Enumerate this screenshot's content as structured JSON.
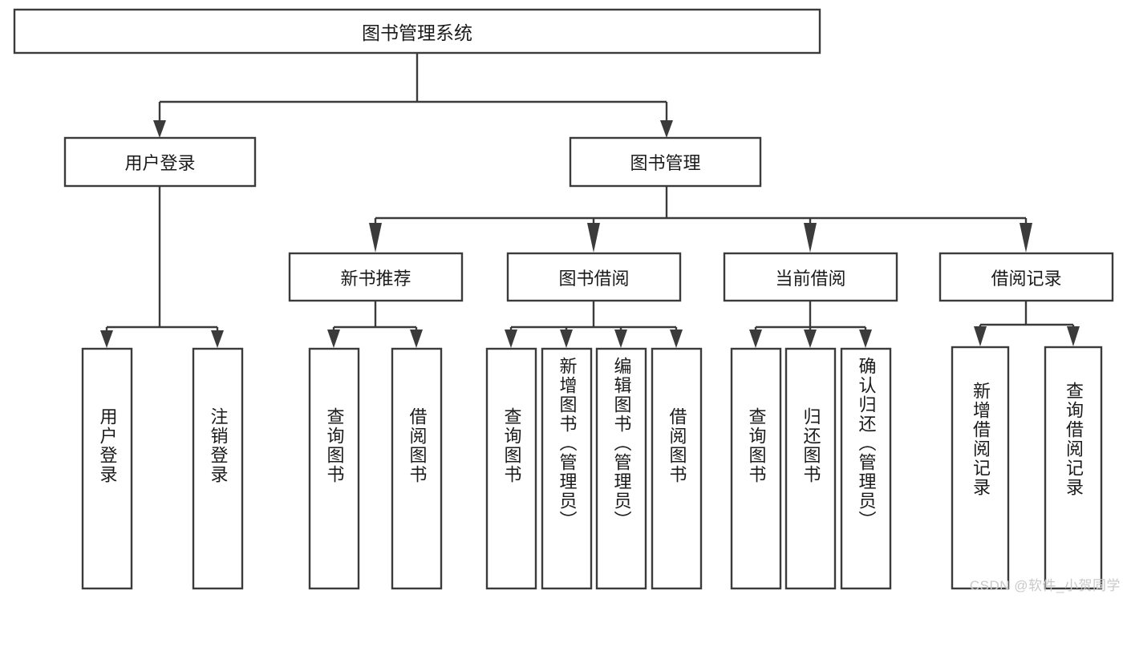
{
  "diagram": {
    "type": "tree",
    "title": "图书管理系统",
    "watermark": "CSDN @软件_小贺同学",
    "colors": {
      "box_stroke": "#3b3b3b",
      "box_fill": "#ffffff",
      "text": "#1b1b1b",
      "background": "#ffffff",
      "watermark": "#c9c9c9"
    },
    "root": {
      "label": "图书管理系统"
    },
    "level1": [
      {
        "label": "用户登录"
      },
      {
        "label": "图书管理"
      }
    ],
    "level2": [
      {
        "label": "新书推荐"
      },
      {
        "label": "图书借阅"
      },
      {
        "label": "当前借阅"
      },
      {
        "label": "借阅记录"
      }
    ],
    "leaves": {
      "user_login": [
        {
          "label": "用户登录"
        },
        {
          "label": "注销登录"
        }
      ],
      "new_book": [
        {
          "label": "查询图书"
        },
        {
          "label": "借阅图书"
        }
      ],
      "book_borrow": [
        {
          "label": "查询图书"
        },
        {
          "label": "新增图书（管理员）"
        },
        {
          "label": "编辑图书（管理员）"
        },
        {
          "label": "借阅图书"
        }
      ],
      "current_borrow": [
        {
          "label": "查询图书"
        },
        {
          "label": "归还图书"
        },
        {
          "label": "确认归还（管理员）"
        }
      ],
      "borrow_record": [
        {
          "label": "新增借阅记录"
        },
        {
          "label": "查询借阅记录"
        }
      ]
    }
  }
}
